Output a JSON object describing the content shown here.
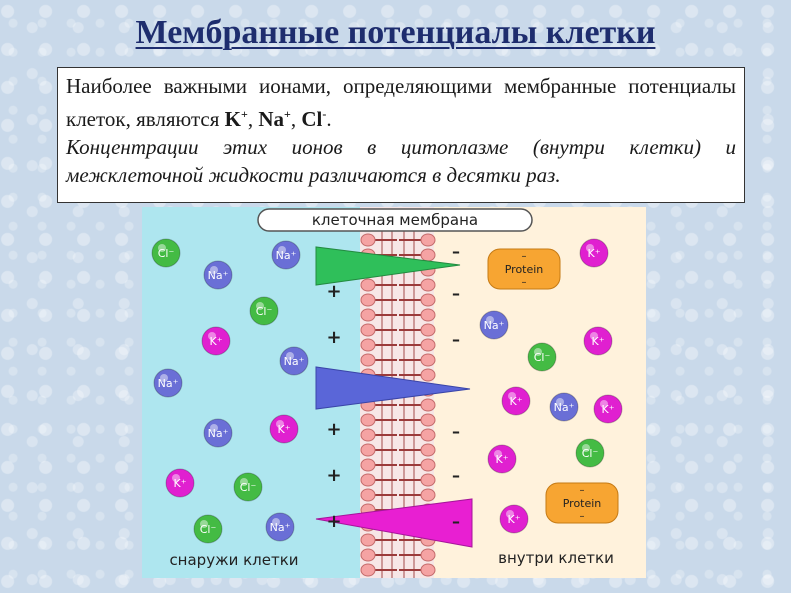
{
  "title": "Мембранные потенциалы клетки",
  "text": {
    "line1_prefix": "Наиболее важными ионами, определяющими мембранные потенциалы клеток, являются ",
    "ion_k": "K",
    "ion_na": "Na",
    "ion_cl": "Cl",
    "plus": "+",
    "minus": "-",
    "sep": ", ",
    "end": ".",
    "italic": "Концентрации этих ионов в цитоплазме (внутри клетки) и межклеточной жидкости различаются в десятки раз."
  },
  "diagram": {
    "membrane_label": "клеточная мембрана",
    "outside_label": "снаружи клетки",
    "inside_label": "внутри клетки",
    "protein_label": "Protein",
    "ion_labels": {
      "cl": "Cl⁻",
      "na": "Na⁺",
      "k": "K⁺"
    },
    "plus_sign": "+",
    "minus_sign": "–",
    "colors": {
      "outside_bg": "#aee6ef",
      "inside_bg": "#fff2dc",
      "membrane_head": "#f5a3a3",
      "membrane_tail": "#9b3a3a",
      "cl": "#44bb44",
      "na": "#6a6fd6",
      "k": "#e020d0",
      "protein": "#f7a532",
      "cone_green": "#2fbf5a",
      "cone_blue": "#5a66d8",
      "cone_magenta": "#e81fd2"
    }
  }
}
